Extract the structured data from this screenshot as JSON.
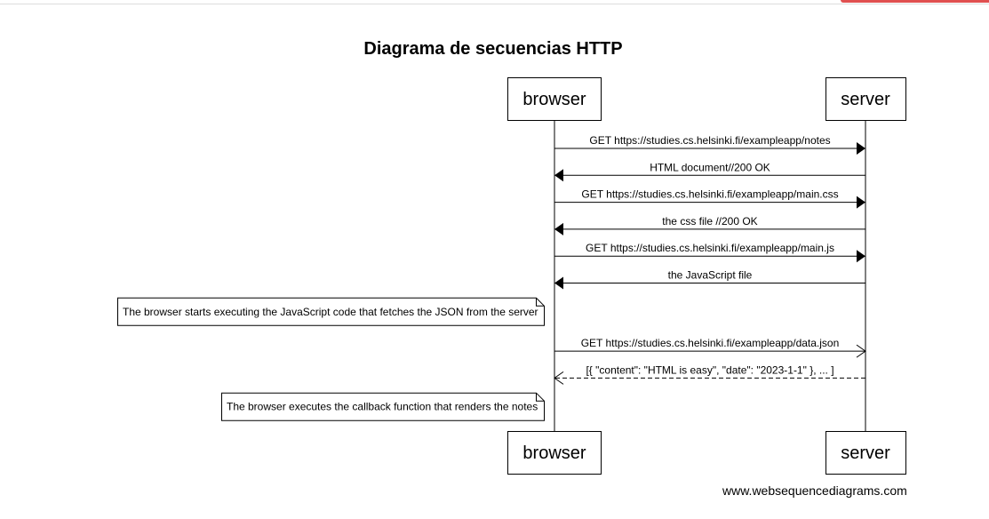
{
  "diagram": {
    "title": "Diagrama de secuencias HTTP",
    "participants": [
      {
        "id": "browser",
        "label": "browser"
      },
      {
        "id": "server",
        "label": "server"
      }
    ],
    "steps": [
      {
        "kind": "message",
        "from": "browser",
        "to": "server",
        "style": "solid",
        "head": "filled",
        "label": "GET https://studies.cs.helsinki.fi/exampleapp/notes"
      },
      {
        "kind": "message",
        "from": "server",
        "to": "browser",
        "style": "solid",
        "head": "filled",
        "label": "HTML document//200 OK"
      },
      {
        "kind": "message",
        "from": "browser",
        "to": "server",
        "style": "solid",
        "head": "filled",
        "label": "GET https://studies.cs.helsinki.fi/exampleapp/main.css"
      },
      {
        "kind": "message",
        "from": "server",
        "to": "browser",
        "style": "solid",
        "head": "filled",
        "label": "the css file //200 OK"
      },
      {
        "kind": "message",
        "from": "browser",
        "to": "server",
        "style": "solid",
        "head": "filled",
        "label": "GET https://studies.cs.helsinki.fi/exampleapp/main.js"
      },
      {
        "kind": "message",
        "from": "server",
        "to": "browser",
        "style": "solid",
        "head": "filled",
        "label": "the JavaScript file"
      },
      {
        "kind": "note",
        "side": "left of",
        "participant": "browser",
        "text": "The browser starts executing the JavaScript code that fetches the JSON from the server"
      },
      {
        "kind": "message",
        "from": "browser",
        "to": "server",
        "style": "solid",
        "head": "open",
        "label": "GET https://studies.cs.helsinki.fi/exampleapp/data.json"
      },
      {
        "kind": "message",
        "from": "server",
        "to": "browser",
        "style": "dashed",
        "head": "open",
        "label": "[{ \"content\": \"HTML is easy\", \"date\": \"2023-1-1\" }, ... ]"
      },
      {
        "kind": "note",
        "side": "left of",
        "participant": "browser",
        "text": "The browser executes the callback function that renders the notes"
      }
    ]
  },
  "watermark": "www.websequencediagrams.com",
  "colors": {
    "line": "#000000",
    "note_fill": "#ffffff",
    "box_fill": "#ffffff"
  }
}
